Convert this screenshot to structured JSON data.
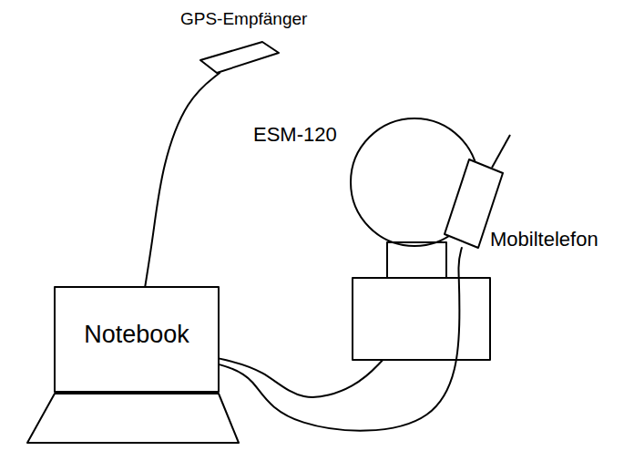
{
  "diagram": {
    "nodes": [
      {
        "text": [
          "GPS-Empfänger"
        ]
      },
      {
        "text": [
          "ESM-120"
        ]
      },
      {
        "text": [
          "Mobiltelefon"
        ]
      },
      {
        "text": [
          "Notebook"
        ]
      }
    ],
    "edges": [
      {
        "from": 0,
        "to": 3,
        "arrow": "none"
      },
      {
        "from": 3,
        "to": 1,
        "arrow": "none"
      },
      {
        "from": 3,
        "to": 2,
        "arrow": "none"
      }
    ]
  }
}
